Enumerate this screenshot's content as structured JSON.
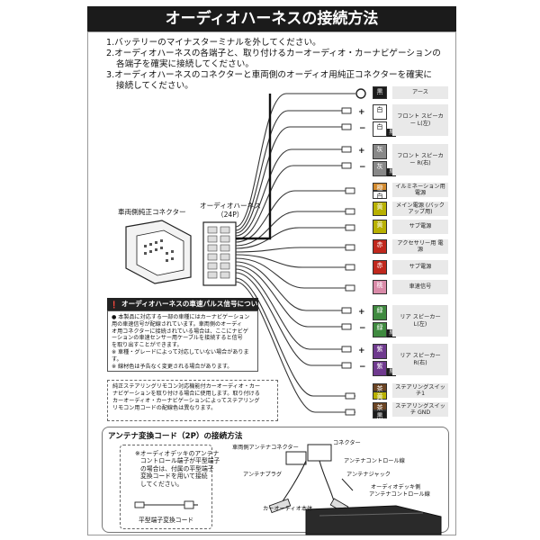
{
  "title": "オーディオハーネスの接続方法",
  "steps": [
    "1.バッテリーのマイナスターミナルを外してください。",
    "2.オーディオハーネスの各端子と、取り付けるカーオーディオ・カーナビゲーションの",
    "各端子を確実に接続してください。",
    "3.オーディオハーネスのコネクターと車両側のオーディオ用純正コネクターを確実に",
    "接続してください。"
  ],
  "connector_labels": {
    "vehicle_connector": "車両側純正コネクター",
    "harness": "オーディオハーネス",
    "harness_pins": "（24P）"
  },
  "rows": [
    {
      "color": "黒",
      "color2": "",
      "label": "アース",
      "sign": ""
    },
    {
      "color": "白",
      "color2": "白",
      "label2": "黒",
      "label": "フロント スピーカー L(左)",
      "sign": "+ -"
    },
    {
      "color": "灰",
      "color2": "灰",
      "label2": "黒",
      "label": "フロント スピーカー R(右)",
      "sign": "+ -"
    },
    {
      "color": "橙",
      "color2": "白",
      "label": "イルミネーション用 電源",
      "sign": ""
    },
    {
      "color": "黄",
      "color2": "",
      "label": "メイン電源 (バックアップ用)",
      "sign": ""
    },
    {
      "color": "黄",
      "color2": "",
      "label": "サブ電源",
      "sign": ""
    },
    {
      "color": "赤",
      "color2": "",
      "label": "アクセサリー用 電源",
      "sign": ""
    },
    {
      "color": "赤",
      "color2": "",
      "label": "サブ電源",
      "sign": ""
    },
    {
      "color": "桃",
      "color2": "",
      "label": "車速信号",
      "sign": ""
    },
    {
      "color": "緑",
      "color2": "緑",
      "label2": "黒",
      "label": "リア スピーカー L(左)",
      "sign": "+ -"
    },
    {
      "color": "紫",
      "color2": "紫",
      "label2": "黒",
      "label": "リア スピーカー R(右)",
      "sign": "+ -"
    },
    {
      "color": "茶",
      "color2": "黄",
      "label": "ステアリングスイッチ1",
      "sign": ""
    },
    {
      "color": "茶",
      "color2": "黒",
      "label": "ステアリングスイッチ GND",
      "sign": ""
    }
  ],
  "caution": {
    "heading": "オーディオハーネスの車速パルス信号について",
    "lines": [
      "● 本製品に対応する一部の車種にはカーナビゲーション",
      "用の車速信号が配線されています。車両側のオーディ",
      "オ用コネクターに接続されている場合は、ここにナビゲ",
      "ーションの車速センサー用ケーブルを接続すると信号",
      "を取り出すことができます。",
      "※ 車種・グレードによって対応していない場合があります。",
      "※ 線材色は予告なく変更される場合があります。"
    ]
  },
  "note": [
    "純正ステアリングリモコン対応機能付カーオーディオ・カー",
    "ナビゲーションを取り付ける場合に使用します。取り付ける",
    "カーオーディオ・カーナビゲーションによってステアリング",
    "リモコン用コードの配線色は異なります。"
  ],
  "antenna": {
    "title": "アンテナ変換コード（2P）の接続方法",
    "tip_lines": [
      "※オーディオデッキのアンテナ",
      "コントロール端子が平型端子",
      "の場合は、付属の平型端子",
      "変換コードを用いて接続",
      "してください。"
    ],
    "flat_cord": "平型端子変換コード",
    "vehicle_antenna_connector": "車両側アンテナコネクター",
    "connector": "コネクター",
    "antenna_control_wire": "アンテナコントロール線",
    "antenna_plug": "アンテナプラグ",
    "antenna_jack": "アンテナジャック",
    "deck_wire_1": "オーディオデッキ側",
    "deck_wire_2": "アンテナコントロール線",
    "audio_body": "カーオーディオ本体"
  },
  "colors": {
    "black": "#1b1b1b",
    "yellow": "#b8b000",
    "red": "#c0281d"
  }
}
